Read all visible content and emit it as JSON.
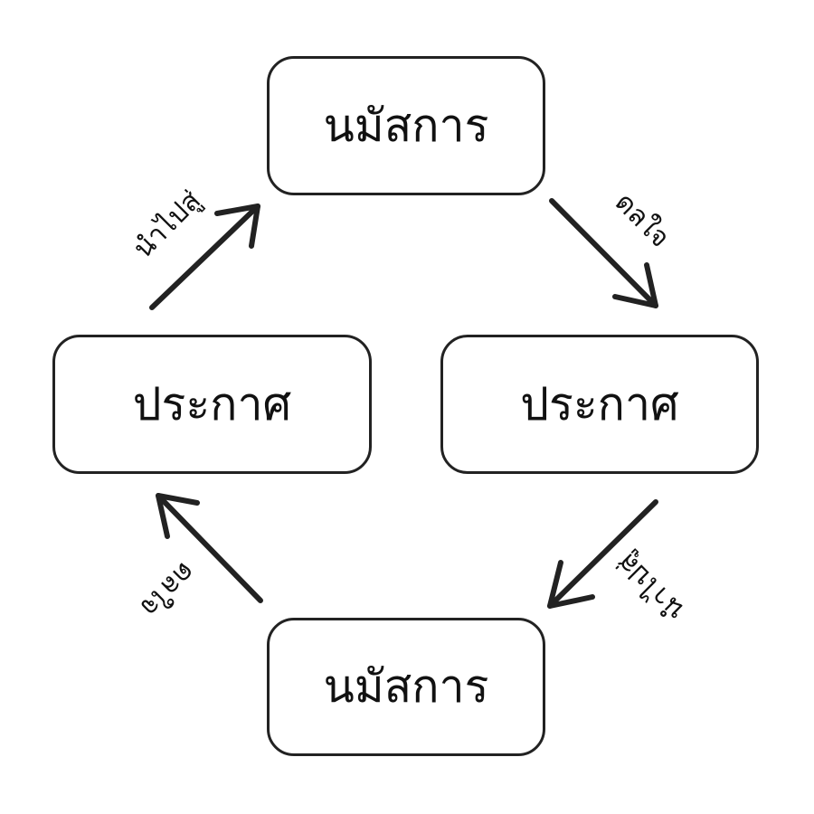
{
  "nodes": {
    "top": "นมัสการ",
    "left": "ประกาศ",
    "right": "ประกาศ",
    "bottom": "นมัสการ"
  },
  "edges": {
    "top_left": "นำไปสู่",
    "top_right": "ดลใจ",
    "bottom_right": "นำไปสู่",
    "bottom_left": "ดลใจ"
  }
}
